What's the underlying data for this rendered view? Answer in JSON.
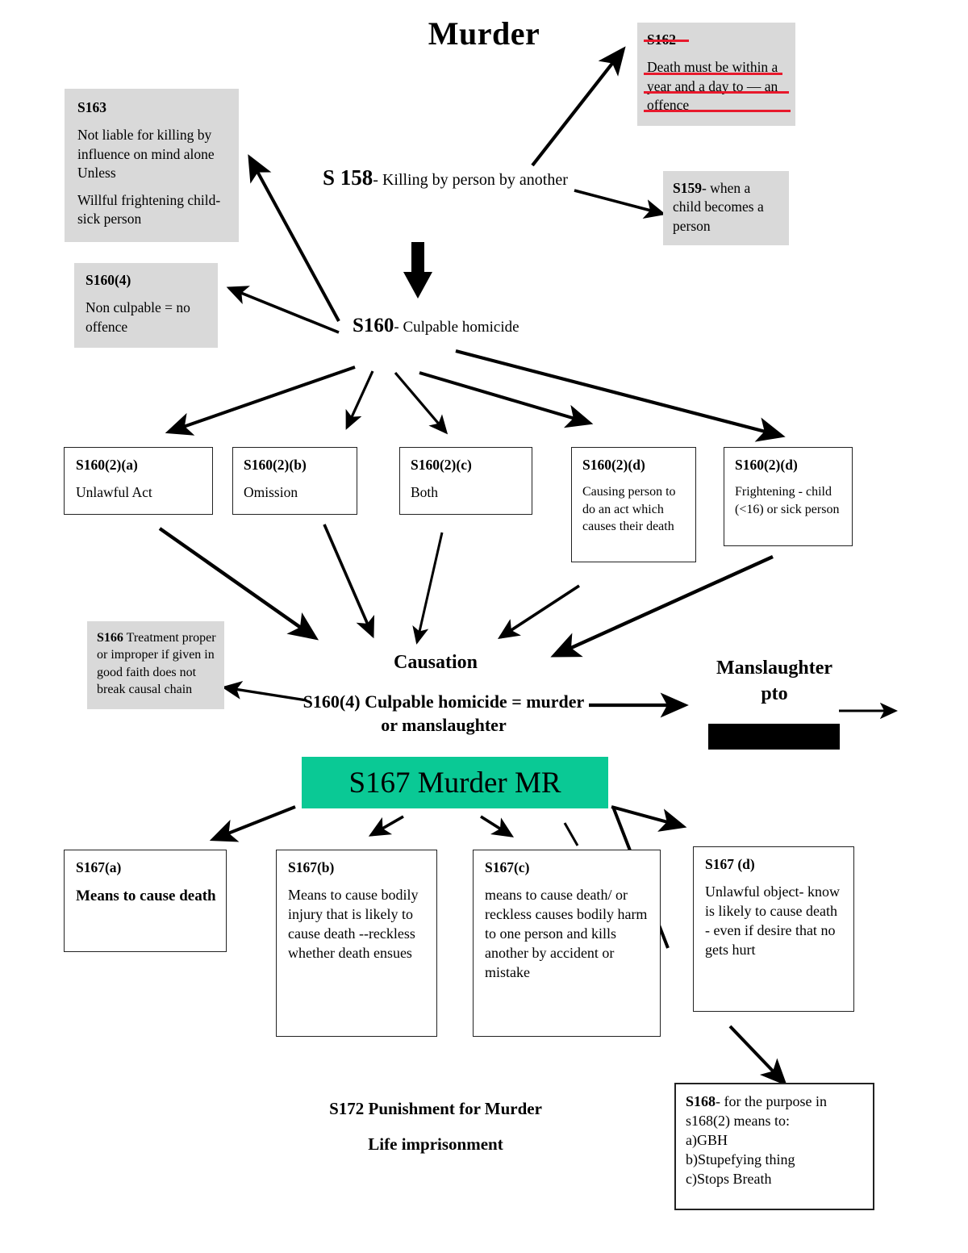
{
  "title": "Murder",
  "nodes": {
    "s163": {
      "header": "S163",
      "line1": "Not liable for killing by influence on mind alone Unless",
      "line2": "Willful  frightening child- sick person"
    },
    "s162": {
      "header": "S162",
      "body": "Death must be within a year and a day to — an offence",
      "struck": true,
      "strike_color": "#e8192c"
    },
    "s158": {
      "ref": "S 158",
      "text": "- Killing by person by another"
    },
    "s159": {
      "header": "S159",
      "text": "- when a child becomes a person"
    },
    "s160_4_left": {
      "header": "S160(4)",
      "text": "Non culpable = no offence"
    },
    "s160": {
      "ref": "S160",
      "text": "- Culpable homicide"
    },
    "s160_2_a": {
      "header": "S160(2)(a)",
      "text": "Unlawful Act"
    },
    "s160_2_b": {
      "header": "S160(2)(b)",
      "text": "Omission"
    },
    "s160_2_c": {
      "header": "S160(2)(c)",
      "text": "Both"
    },
    "s160_2_d1": {
      "header": "S160(2)(d)",
      "text": "Causing person to do an act which causes their death"
    },
    "s160_2_d2": {
      "header": "S160(2)(d)",
      "text": "Frightening - child (<16) or sick person"
    },
    "s166": {
      "header": "S166",
      "text": "  Treatment proper or improper  if given in good faith does not break causal chain"
    },
    "causation": {
      "label": "Causation"
    },
    "s160_4_center": {
      "ref": "S160(4)",
      "text": "   Culpable homicide = murder or manslaughter"
    },
    "manslaughter": {
      "line1": "Manslaughter",
      "line2": "pto"
    },
    "s167_mr": {
      "label": "S167 Murder MR",
      "color": "#0ac995"
    },
    "s167_a": {
      "header": "S167(a)",
      "text": "Means to cause death",
      "bold_body": true
    },
    "s167_b": {
      "header": "S167(b)",
      "text": "Means to cause bodily injury that is likely to cause death --reckless whether death ensues"
    },
    "s167_c": {
      "header": "S167(c)",
      "text": "means to cause death/  or reckless causes bodily harm to one person and kills another  by accident or mistake"
    },
    "s167_d": {
      "header": "S167 (d)",
      "text": "Unlawful object- know is likely to cause death - even if desire that no gets hurt"
    },
    "s168": {
      "header": "S168",
      "line1": "- for the purpose in s168(2) means to:",
      "items": [
        "a)GBH",
        "b)Stupefying thing",
        "c)Stops Breath"
      ]
    },
    "s172": {
      "line1": "S172 Punishment for Murder",
      "line2": "Life imprisonment"
    }
  }
}
